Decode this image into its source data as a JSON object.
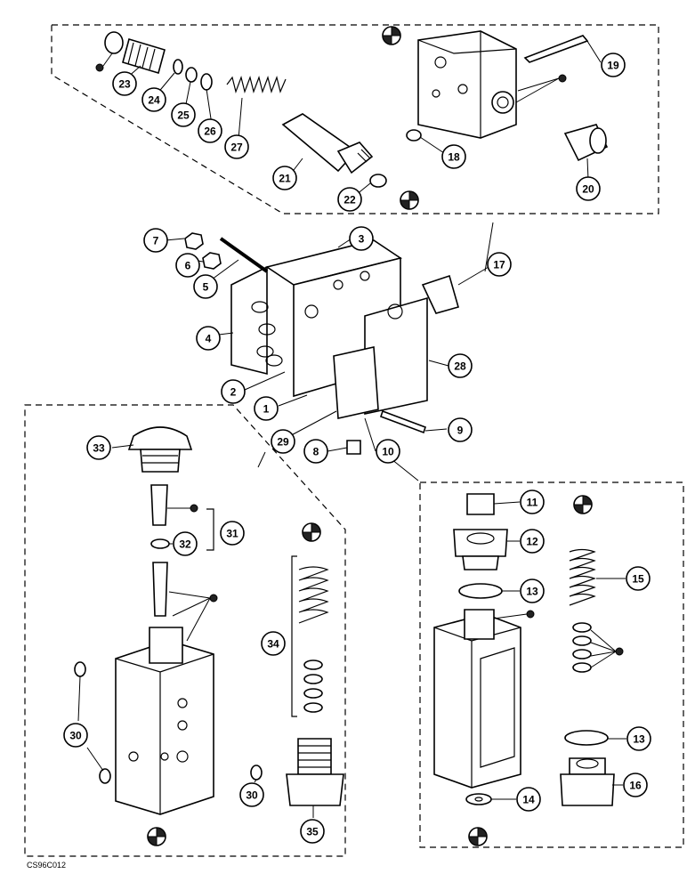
{
  "drawing_ref": "CS96C012",
  "callouts": [
    {
      "id": "c23",
      "label": "23"
    },
    {
      "id": "c24",
      "label": "24"
    },
    {
      "id": "c25",
      "label": "25"
    },
    {
      "id": "c26",
      "label": "26"
    },
    {
      "id": "c27",
      "label": "27"
    },
    {
      "id": "c21",
      "label": "21"
    },
    {
      "id": "c22",
      "label": "22"
    },
    {
      "id": "c19",
      "label": "19"
    },
    {
      "id": "c18",
      "label": "18"
    },
    {
      "id": "c20",
      "label": "20"
    },
    {
      "id": "c7",
      "label": "7"
    },
    {
      "id": "c6",
      "label": "6"
    },
    {
      "id": "c3",
      "label": "3"
    },
    {
      "id": "c5",
      "label": "5"
    },
    {
      "id": "c4",
      "label": "4"
    },
    {
      "id": "c17",
      "label": "17"
    },
    {
      "id": "c28",
      "label": "28"
    },
    {
      "id": "c2",
      "label": "2"
    },
    {
      "id": "c1",
      "label": "1"
    },
    {
      "id": "c9",
      "label": "9"
    },
    {
      "id": "c29",
      "label": "29"
    },
    {
      "id": "c8",
      "label": "8"
    },
    {
      "id": "c10",
      "label": "10"
    },
    {
      "id": "c33",
      "label": "33"
    },
    {
      "id": "c31",
      "label": "31"
    },
    {
      "id": "c32",
      "label": "32"
    },
    {
      "id": "c34",
      "label": "34"
    },
    {
      "id": "c30a",
      "label": "30"
    },
    {
      "id": "c30b",
      "label": "30"
    },
    {
      "id": "c35",
      "label": "35"
    },
    {
      "id": "c11",
      "label": "11"
    },
    {
      "id": "c12",
      "label": "12"
    },
    {
      "id": "c13a",
      "label": "13"
    },
    {
      "id": "c15",
      "label": "15"
    },
    {
      "id": "c13b",
      "label": "13"
    },
    {
      "id": "c16",
      "label": "16"
    },
    {
      "id": "c14",
      "label": "14"
    }
  ]
}
